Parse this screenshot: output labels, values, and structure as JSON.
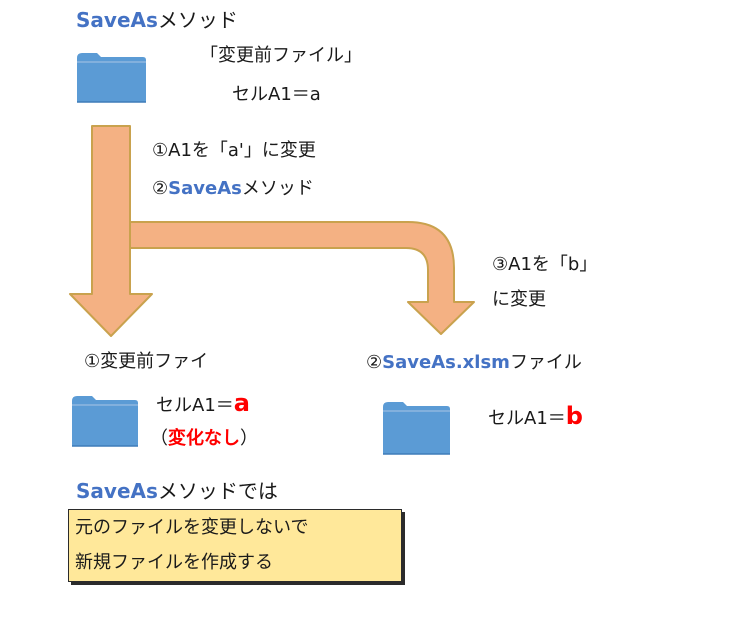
{
  "header": {
    "method_keyword": "SaveAs",
    "method_suffix": "メソッド"
  },
  "original_file": {
    "label": "「変更前ファイル」",
    "cell_value": "セルA1＝a"
  },
  "steps": {
    "step1": "①A1を「a'」に変更",
    "step2_prefix": "②",
    "step2_keyword": "SaveAs",
    "step2_suffix": "メソッド",
    "step3_line1": "③A1を「b」",
    "step3_line2": "に変更"
  },
  "result_left": {
    "title": "①変更前ファイ",
    "cell_prefix": "セルA1＝",
    "cell_value": "a",
    "note_open": "（",
    "note_text": "変化なし",
    "note_close": "）"
  },
  "result_right": {
    "title_prefix": "②",
    "title_keyword": "SaveAs.xlsm",
    "title_suffix": "ファイル",
    "cell_prefix": "セルA1＝",
    "cell_value": "b"
  },
  "summary": {
    "keyword": "SaveAs",
    "suffix": "メソッドでは",
    "line1": "元のファイルを変更しないで",
    "line2": "新規ファイルを作成する"
  },
  "colors": {
    "accent_blue": "#4472c4",
    "highlight_red": "#ff0000",
    "arrow_fill": "#f4b183",
    "arrow_stroke": "#c9a24e",
    "folder_fill": "#5b9bd5",
    "note_fill": "#ffe89a"
  },
  "icons": [
    "folder-icon",
    "down-arrow",
    "branch-arrow"
  ]
}
